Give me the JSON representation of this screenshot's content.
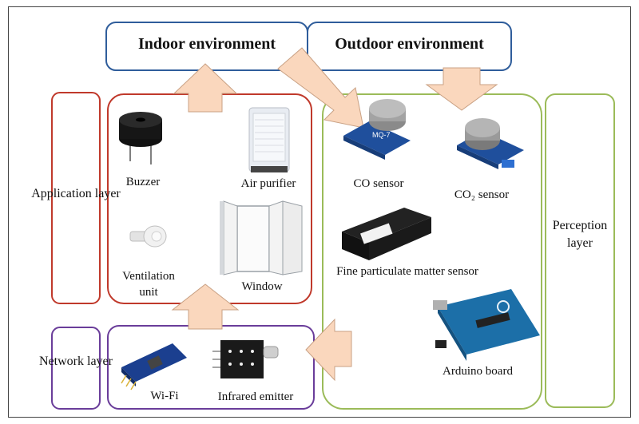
{
  "environments": {
    "indoor": "Indoor environment",
    "outdoor": "Outdoor environment"
  },
  "layers": {
    "application": "Application layer",
    "network": "Network layer",
    "perception": "Perception layer"
  },
  "devices": {
    "buzzer": "Buzzer",
    "air_purifier": "Air purifier",
    "ventilation_unit": "Ventilation unit",
    "window": "Window",
    "co_sensor": "CO sensor",
    "co2_sensor": "CO₂ sensor",
    "pm_sensor": "Fine particulate matter sensor",
    "arduino_board": "Arduino board",
    "wifi": "Wi-Fi",
    "infrared_emitter": "Infrared emitter"
  },
  "chip_labels": {
    "mq7": "MQ-7"
  },
  "colors": {
    "environment_border": "#2f5d9b",
    "application_border": "#c0392b",
    "network_border": "#6a3d9a",
    "perception_border": "#9bbb59",
    "arrow_fill": "#fad7bd",
    "arrow_stroke": "#c9a184"
  }
}
